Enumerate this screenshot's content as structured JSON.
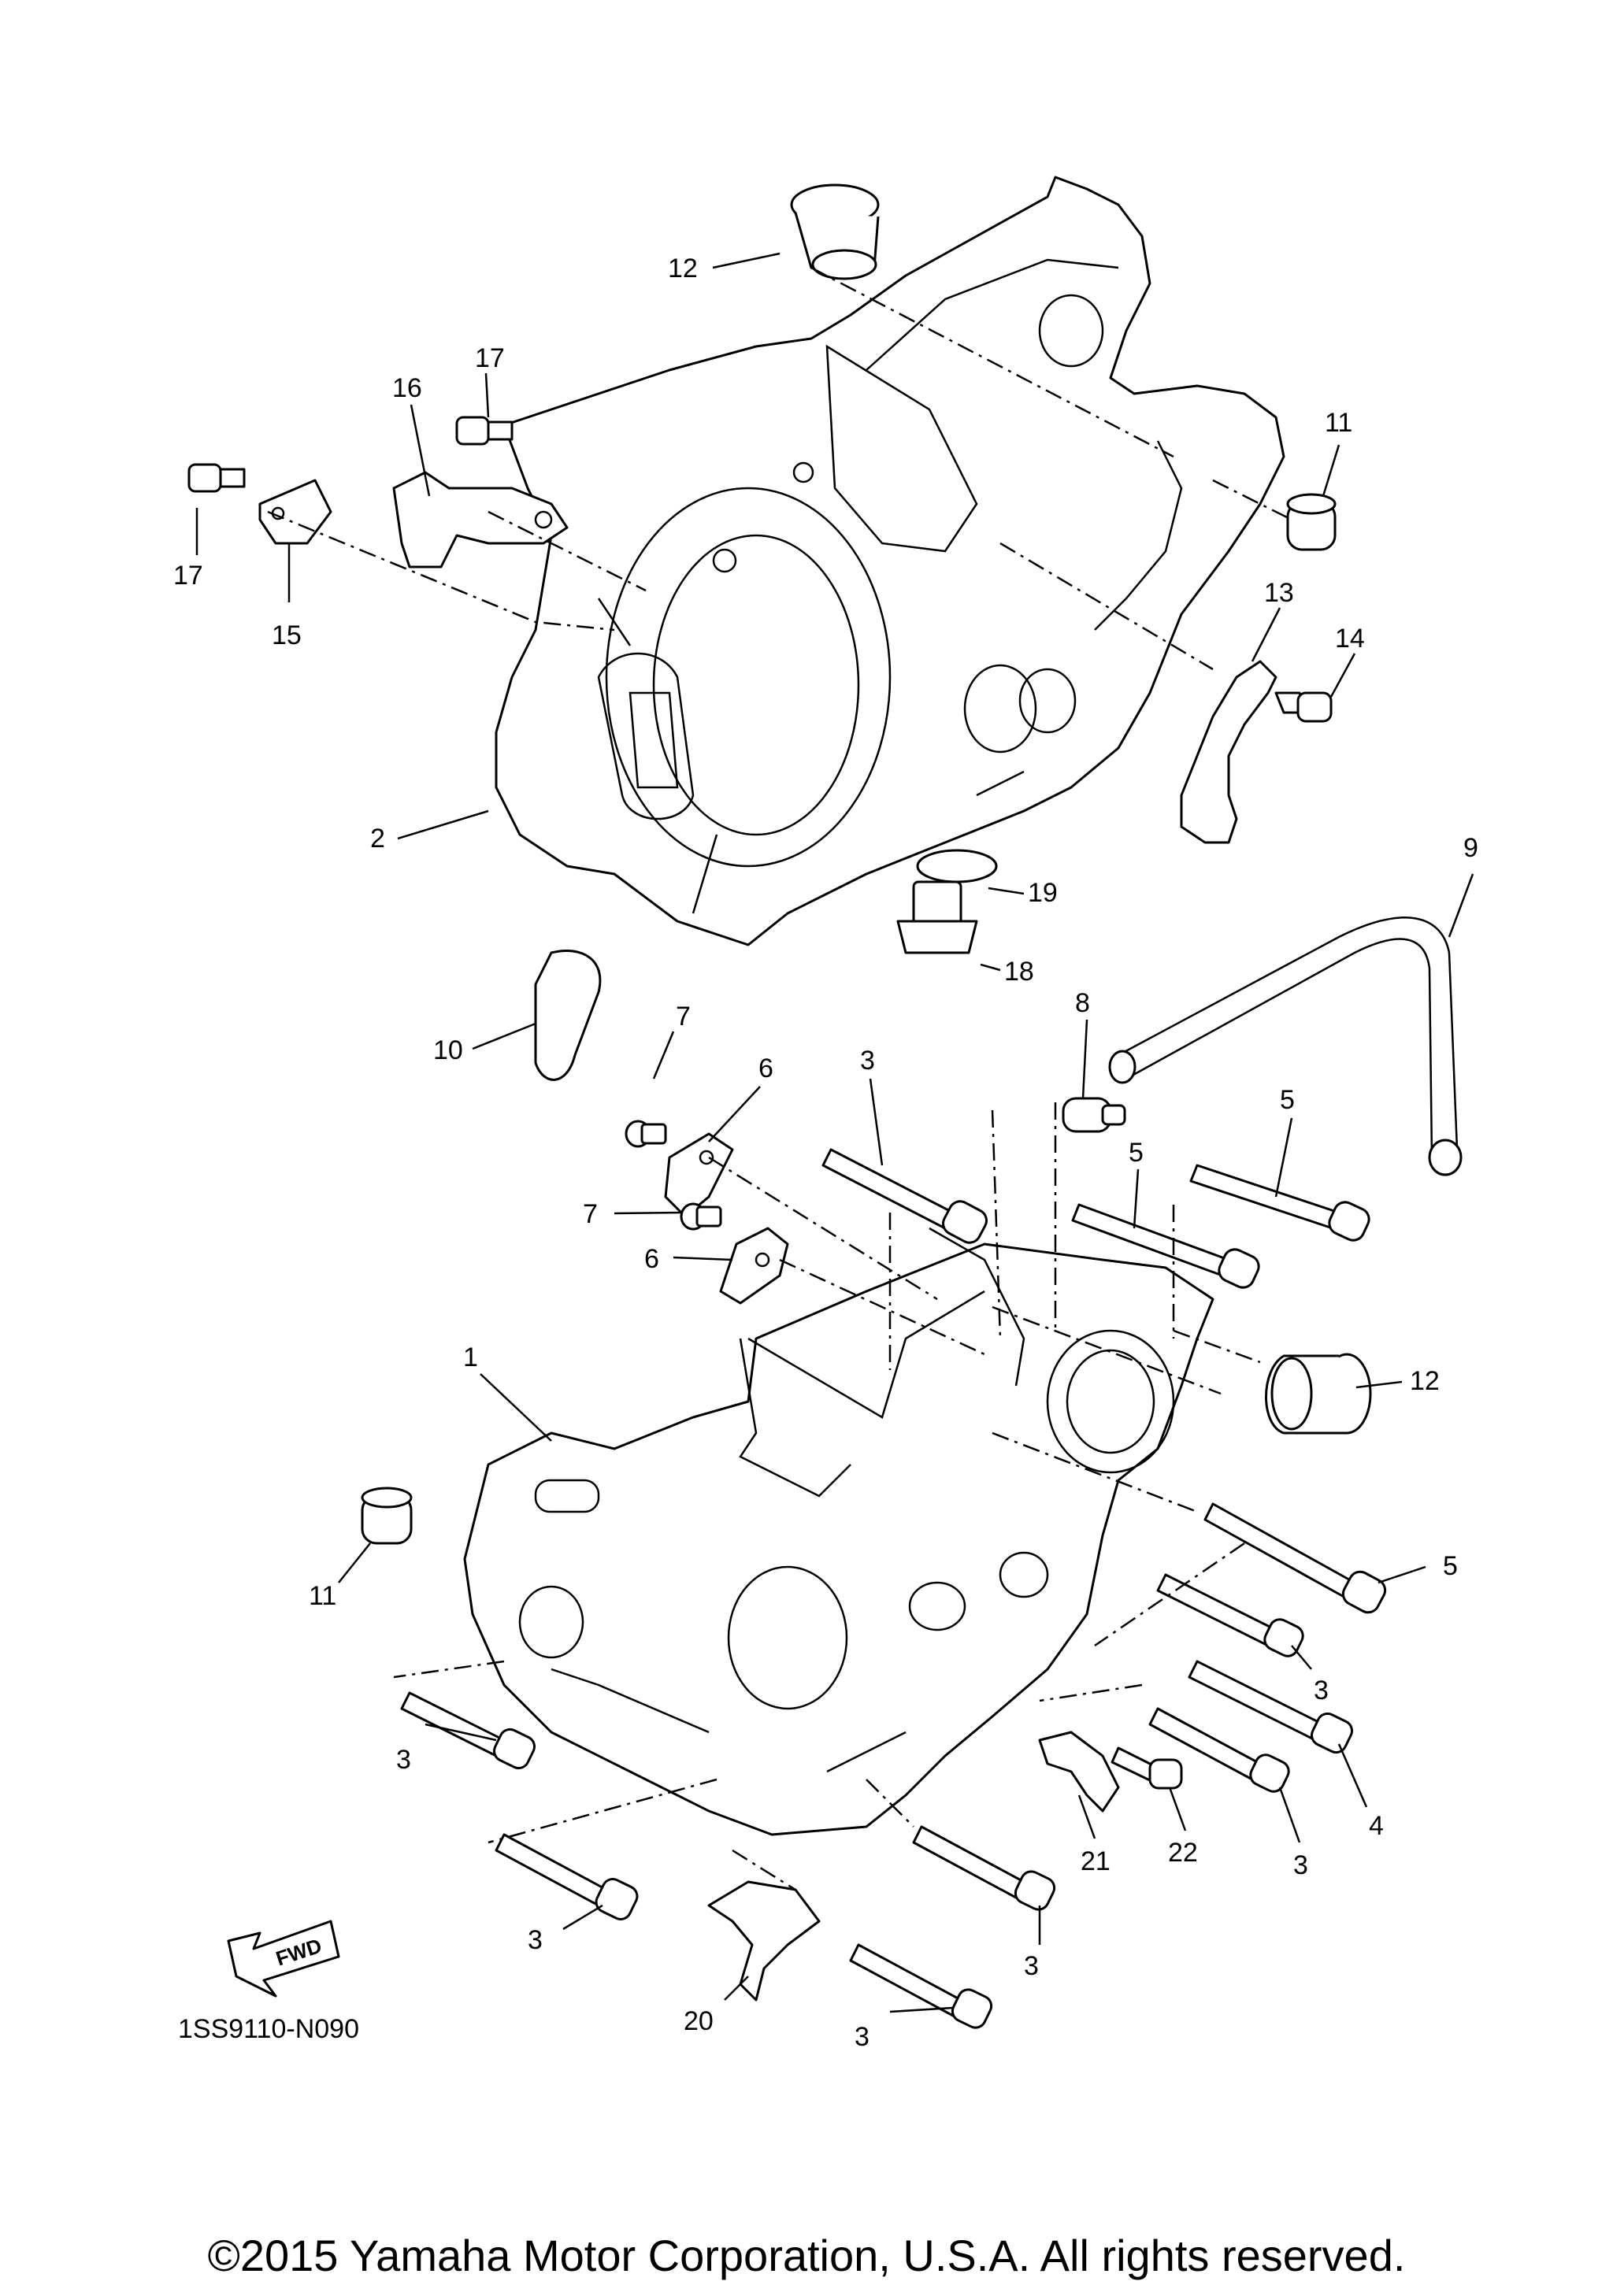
{
  "diagram_code": "1SS9110-N090",
  "copyright": "©2015 Yamaha Motor Corporation, U.S.A. All rights reserved.",
  "fwd_label": "FWD",
  "callouts": {
    "c12_top": "12",
    "c17_a": "17",
    "c16": "16",
    "c17_b": "17",
    "c15": "15",
    "c11_top": "11",
    "c13": "13",
    "c14": "14",
    "c2": "2",
    "c9": "9",
    "c19": "19",
    "c18": "18",
    "c10": "10",
    "c7_a": "7",
    "c8": "8",
    "c6_a": "6",
    "c3_a": "3",
    "c5_a": "5",
    "c5_b": "5",
    "c7_b": "7",
    "c6_b": "6",
    "c12_bot": "12",
    "c1": "1",
    "c11_bot": "11",
    "c5_c": "5",
    "c3_b": "3",
    "c3_c": "3",
    "c4": "4",
    "c3_d": "3",
    "c21": "21",
    "c22": "22",
    "c3_e": "3",
    "c3_f": "3",
    "c20": "20",
    "c3_g": "3"
  }
}
